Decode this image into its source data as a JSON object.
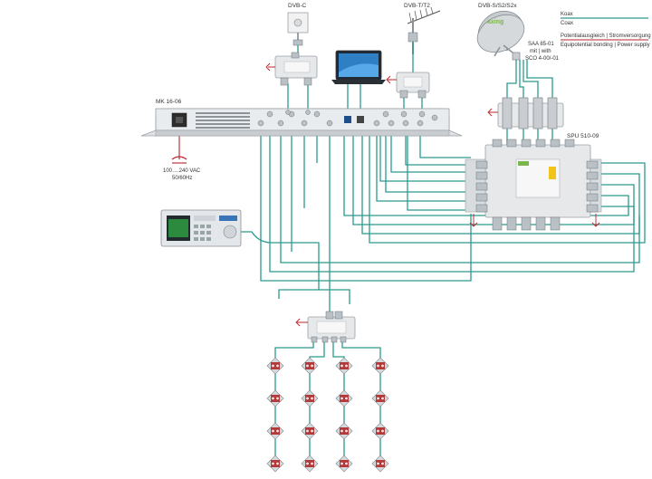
{
  "labels": {
    "dvbc": "DVB-C",
    "dvbt": "DVB-T/T2",
    "dvbs": "DVB-S/S2/S2x",
    "mk": "MK 16-06",
    "spu": "SPU 510-09",
    "saa1": "SAA 85-01",
    "saa2": "mit | with",
    "saa3": "SCO 4-00/-01",
    "power1": "100….240 VAC",
    "power2": "50/60Hz",
    "dish_brand": "axing"
  },
  "legend": {
    "koax": "Koax",
    "coax": "Coax",
    "bonding": "Potentialausgleich | Stromversorgung",
    "bonding_en": "Equipotential bonding | Power supply"
  },
  "colors": {
    "coax": "#2a9a8e",
    "power": "#b8232a",
    "device": "#e6e8ea",
    "outlet": "#b23a3a"
  },
  "icons": {
    "laptop": "laptop-icon",
    "dish": "satellite-dish-icon",
    "antenna": "terrestrial-antenna-icon",
    "meter": "measuring-instrument-icon",
    "outlet": "antenna-outlet-icon"
  }
}
